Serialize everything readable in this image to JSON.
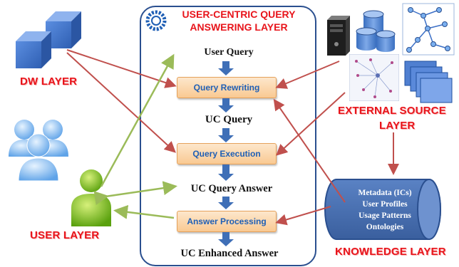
{
  "central_layer": {
    "title_line1": "USER-CENTRIC QUERY",
    "title_line2": "ANSWERING LAYER",
    "user_query": "User Query",
    "uc_query": "UC Query",
    "uc_query_answer": "UC Query Answer",
    "uc_enhanced_answer": "UC Enhanced Answer"
  },
  "steps": {
    "query_rewriting": "Query Rewriting",
    "query_execution": "Query Execution",
    "answer_processing": "Answer Processing"
  },
  "layers": {
    "dw": "DW LAYER",
    "user": "USER LAYER",
    "external_line1": "EXTERNAL SOURCE",
    "external_line2": "LAYER",
    "knowledge": "KNOWLEDGE LAYER"
  },
  "knowledge_items": [
    "Metadata (ICs)",
    "User Profiles",
    "Usage Patterns",
    "Ontologies"
  ],
  "colors": {
    "red_label": "#e8141b",
    "step_text": "#1f5fb5",
    "arrow_blue": "#3f6fb7",
    "arrow_red": "#c0504d",
    "arrow_green": "#9bbb59",
    "cylinder": "#4a72b3"
  },
  "icons": [
    "dw-cubes-icon",
    "users-group-icon",
    "user-icon",
    "server-icon",
    "database-icon",
    "graph-network-icon",
    "documents-icon",
    "gear-icon"
  ]
}
